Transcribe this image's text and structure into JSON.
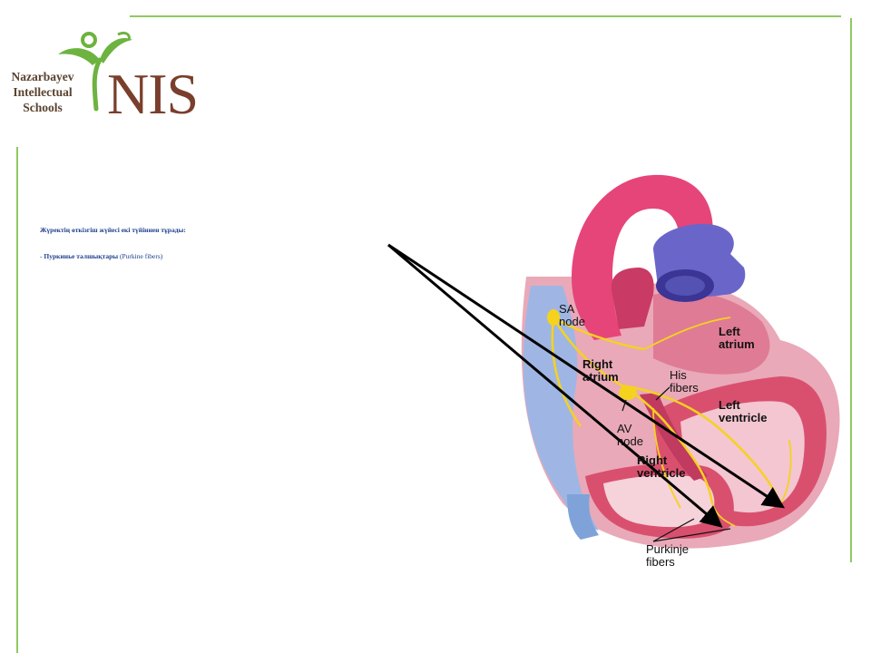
{
  "logo": {
    "words": [
      "Nazarbayev",
      "Intellectual",
      "Schools"
    ],
    "abbr": "NIS",
    "colors": {
      "leaf": "#6db33f",
      "text": "#7a3f2c"
    }
  },
  "text": {
    "line1": "Жүректің өткізгіш жүйесі екі түйіннен тұрады:",
    "line2_prefix": "- ",
    "line2_bold": "Пуркинье талшықтары",
    "line2_rest": " (Purkine fibers)"
  },
  "diagram": {
    "labels": {
      "sa_node": [
        "SA",
        "node"
      ],
      "left_atrium": [
        "Left",
        "atrium"
      ],
      "right_atrium": [
        "Right",
        "atrium"
      ],
      "his_fibers": [
        "His",
        "fibers"
      ],
      "left_ventricle": [
        "Left",
        "ventricle"
      ],
      "av_node": [
        "AV",
        "node"
      ],
      "right_ventricle": [
        "Right",
        "ventricle"
      ],
      "purkinje_fibers": [
        "Purkinje",
        "fibers"
      ]
    },
    "colors": {
      "muscle": "#d9506f",
      "aorta": "#e6457a",
      "vein": "#6a66c9",
      "conduction": "#f5d21e",
      "frame": "#8fc95f"
    }
  }
}
